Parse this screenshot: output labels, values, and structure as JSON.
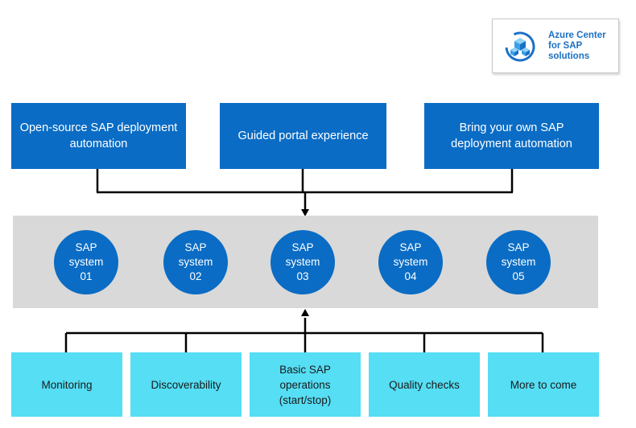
{
  "brand": {
    "name_lines": [
      "Azure Center",
      "for SAP",
      "solutions"
    ]
  },
  "deployment_options": [
    {
      "label": "Open-source SAP deployment automation"
    },
    {
      "label": "Guided portal experience"
    },
    {
      "label": "Bring your own SAP deployment automation"
    }
  ],
  "sap_systems": [
    {
      "lines": [
        "SAP",
        "system",
        "01"
      ]
    },
    {
      "lines": [
        "SAP",
        "system",
        "02"
      ]
    },
    {
      "lines": [
        "SAP",
        "system",
        "03"
      ]
    },
    {
      "lines": [
        "SAP",
        "system",
        "04"
      ]
    },
    {
      "lines": [
        "SAP",
        "system",
        "05"
      ]
    }
  ],
  "capabilities": [
    {
      "label": "Monitoring"
    },
    {
      "label": "Discoverability"
    },
    {
      "label": "Basic SAP operations (start/stop)"
    },
    {
      "label": "Quality checks"
    },
    {
      "label": "More to come"
    }
  ],
  "colors": {
    "primary_blue": "#0a6cc4",
    "light_cyan": "#55def4",
    "band_gray": "#d9d9d9",
    "connector": "#000000"
  }
}
